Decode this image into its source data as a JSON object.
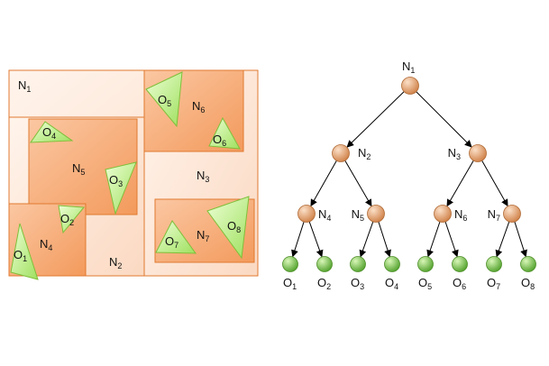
{
  "colors": {
    "outline": "#e07a30",
    "region_light": "#fde6d6",
    "region_dark": "#f6a36e",
    "triangle_fill": "#b9f07a",
    "triangle_stroke": "#7fbf3a",
    "node_internal": "#e9a46c",
    "node_leaf": "#7ccc4a",
    "edge": "#000000"
  },
  "partition": {
    "regions": [
      {
        "id": "n1",
        "label": "N",
        "sub": "1"
      },
      {
        "id": "n2",
        "label": "N",
        "sub": "2"
      },
      {
        "id": "n3",
        "label": "N",
        "sub": "3"
      },
      {
        "id": "n4",
        "label": "N",
        "sub": "4"
      },
      {
        "id": "n5",
        "label": "N",
        "sub": "5"
      },
      {
        "id": "n6",
        "label": "N",
        "sub": "6"
      },
      {
        "id": "n7",
        "label": "N",
        "sub": "7"
      }
    ],
    "objects": [
      {
        "id": "o1",
        "label": "O",
        "sub": "1"
      },
      {
        "id": "o2",
        "label": "O",
        "sub": "2"
      },
      {
        "id": "o3",
        "label": "O",
        "sub": "3"
      },
      {
        "id": "o4",
        "label": "O",
        "sub": "4"
      },
      {
        "id": "o5",
        "label": "O",
        "sub": "5"
      },
      {
        "id": "o6",
        "label": "O",
        "sub": "6"
      },
      {
        "id": "o7",
        "label": "O",
        "sub": "7"
      },
      {
        "id": "o8",
        "label": "O",
        "sub": "8"
      }
    ]
  },
  "tree": {
    "nodes": [
      {
        "id": "t-n1",
        "label": "N",
        "sub": "1",
        "kind": "internal"
      },
      {
        "id": "t-n2",
        "label": "N",
        "sub": "2",
        "kind": "internal"
      },
      {
        "id": "t-n3",
        "label": "N",
        "sub": "3",
        "kind": "internal"
      },
      {
        "id": "t-n4",
        "label": "N",
        "sub": "4",
        "kind": "internal"
      },
      {
        "id": "t-n5",
        "label": "N",
        "sub": "5",
        "kind": "internal"
      },
      {
        "id": "t-n6",
        "label": "N",
        "sub": "6",
        "kind": "internal"
      },
      {
        "id": "t-n7",
        "label": "N",
        "sub": "7",
        "kind": "internal"
      },
      {
        "id": "t-o1",
        "label": "O",
        "sub": "1",
        "kind": "leaf"
      },
      {
        "id": "t-o2",
        "label": "O",
        "sub": "2",
        "kind": "leaf"
      },
      {
        "id": "t-o3",
        "label": "O",
        "sub": "3",
        "kind": "leaf"
      },
      {
        "id": "t-o4",
        "label": "O",
        "sub": "4",
        "kind": "leaf"
      },
      {
        "id": "t-o5",
        "label": "O",
        "sub": "5",
        "kind": "leaf"
      },
      {
        "id": "t-o6",
        "label": "O",
        "sub": "6",
        "kind": "leaf"
      },
      {
        "id": "t-o7",
        "label": "O",
        "sub": "7",
        "kind": "leaf"
      },
      {
        "id": "t-o8",
        "label": "O",
        "sub": "8",
        "kind": "leaf"
      }
    ],
    "edges": [
      [
        "t-n1",
        "t-n2"
      ],
      [
        "t-n1",
        "t-n3"
      ],
      [
        "t-n2",
        "t-n4"
      ],
      [
        "t-n2",
        "t-n5"
      ],
      [
        "t-n3",
        "t-n6"
      ],
      [
        "t-n3",
        "t-n7"
      ],
      [
        "t-n4",
        "t-o1"
      ],
      [
        "t-n4",
        "t-o2"
      ],
      [
        "t-n5",
        "t-o3"
      ],
      [
        "t-n5",
        "t-o4"
      ],
      [
        "t-n6",
        "t-o5"
      ],
      [
        "t-n6",
        "t-o6"
      ],
      [
        "t-n7",
        "t-o7"
      ],
      [
        "t-n7",
        "t-o8"
      ]
    ]
  }
}
